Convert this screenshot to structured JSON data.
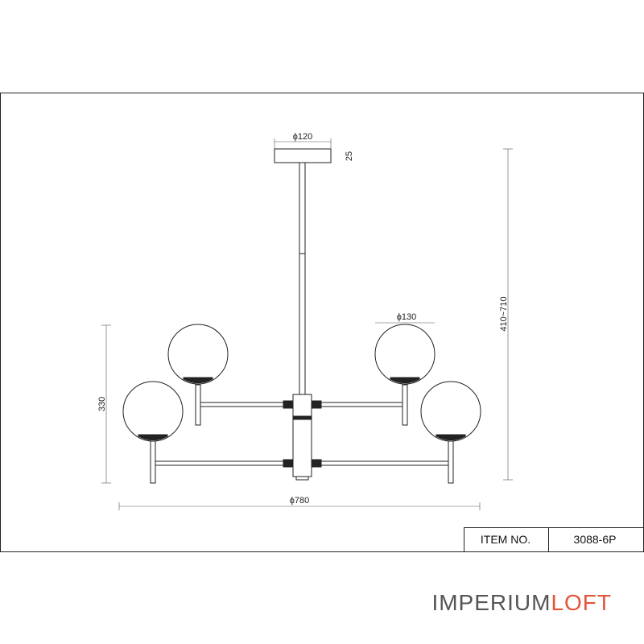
{
  "dimensions": {
    "canopy_diameter": "ϕ120",
    "canopy_height": "25",
    "globe_diameter": "ϕ130",
    "total_height": "410~710",
    "fixture_height": "330",
    "total_width": "ϕ780"
  },
  "title_block": {
    "item_label": "ITEM NO.",
    "item_value": "3088-6P"
  },
  "brand": {
    "part1": "IMPERIUM",
    "part2": "LOFT",
    "accent_color": "#e3553a"
  }
}
